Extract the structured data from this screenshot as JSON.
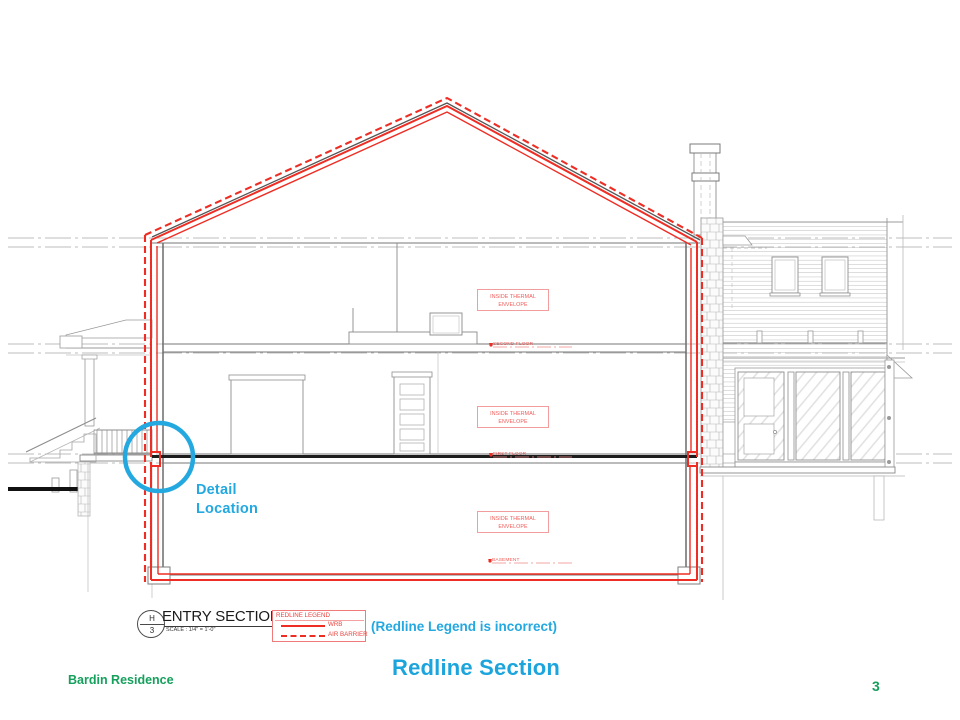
{
  "slide": {
    "title": "Redline Section",
    "project_name": "Bardin Residence",
    "page_number": "3",
    "background": "#ffffff",
    "accent_blue": "#23a8e0",
    "accent_green": "#15a05c",
    "redline": "#ee2d24"
  },
  "annotations": {
    "detail_location": "Detail\nLocation",
    "legend_note": "(Redline Legend is incorrect)"
  },
  "title_block": {
    "section_letter": "H",
    "section_number": "3",
    "section_title": "ENTRY SECTION",
    "scale": "SCALE : 1/4\" = 1'-0\""
  },
  "redline_legend": {
    "title": "REDLINE LEGEND",
    "entries": [
      {
        "label": "WRB",
        "style": "solid"
      },
      {
        "label": "AIR BARRIER",
        "style": "dashed"
      }
    ]
  },
  "drawing": {
    "thermal_callouts": [
      {
        "id": "attic",
        "text": "INSIDE THERMAL\nENVELOPE"
      },
      {
        "id": "first",
        "text": "INSIDE THERMAL\nENVELOPE"
      },
      {
        "id": "basement",
        "text": "INSIDE THERMAL\nENVELOPE"
      }
    ],
    "level_markers": [
      {
        "id": "second-floor",
        "label": "SECOND FLOOR"
      },
      {
        "id": "first-floor",
        "label": "FIRST FLOOR"
      },
      {
        "id": "basement",
        "label": "BASEMENT"
      }
    ]
  }
}
